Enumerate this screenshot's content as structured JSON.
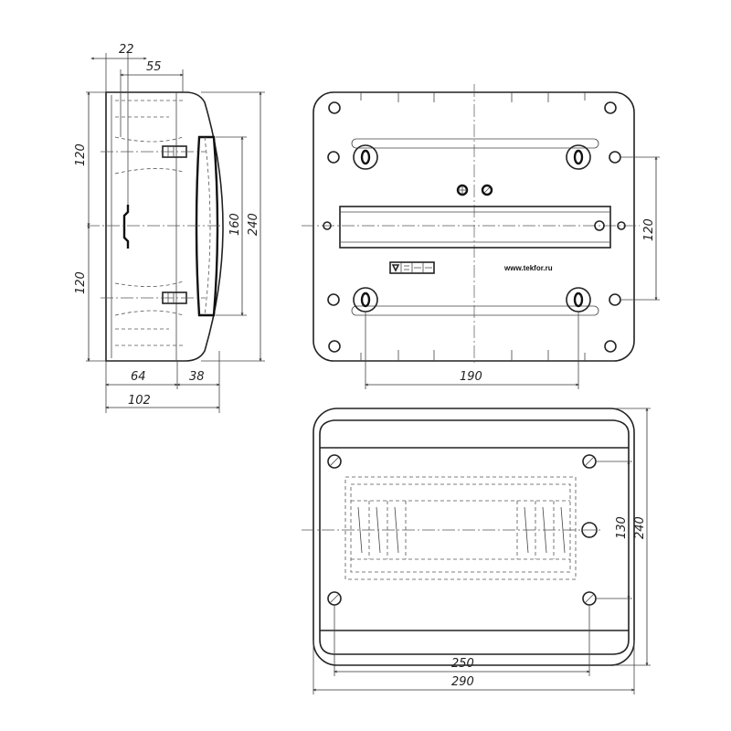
{
  "side_view": {
    "dims": {
      "d22": "22",
      "d55": "55",
      "d120_top": "120",
      "d120_bottom": "120",
      "d160": "160",
      "d240": "240",
      "d64": "64",
      "d38": "38",
      "d102": "102"
    }
  },
  "back_view": {
    "website": "www.tekfor.ru",
    "dims": {
      "d120": "120",
      "d190": "190"
    }
  },
  "front_view": {
    "dims": {
      "d130": "130",
      "d240": "240",
      "d250": "250",
      "d290": "290"
    }
  }
}
